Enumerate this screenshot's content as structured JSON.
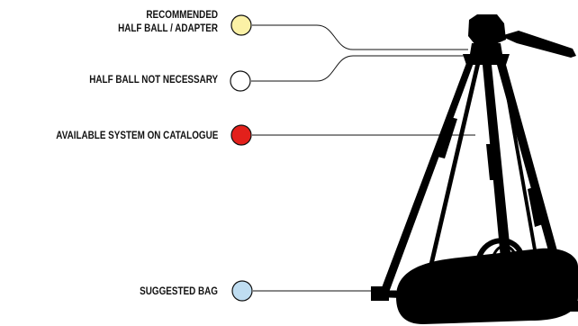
{
  "legend": {
    "recommended": {
      "line1": "RECOMMENDED",
      "line2": "HALF BALL / ADAPTER",
      "color": "#FBF1A6"
    },
    "not_necessary": {
      "text": "HALF BALL NOT NECESSARY",
      "color": "#FFFFFF"
    },
    "available": {
      "text": "AVAILABLE SYSTEM ON CATALOGUE",
      "color": "#E3201B"
    },
    "bag": {
      "text": "SUGGESTED BAG",
      "color": "#BFDDF1"
    }
  },
  "illustration": "tripod-silhouette"
}
